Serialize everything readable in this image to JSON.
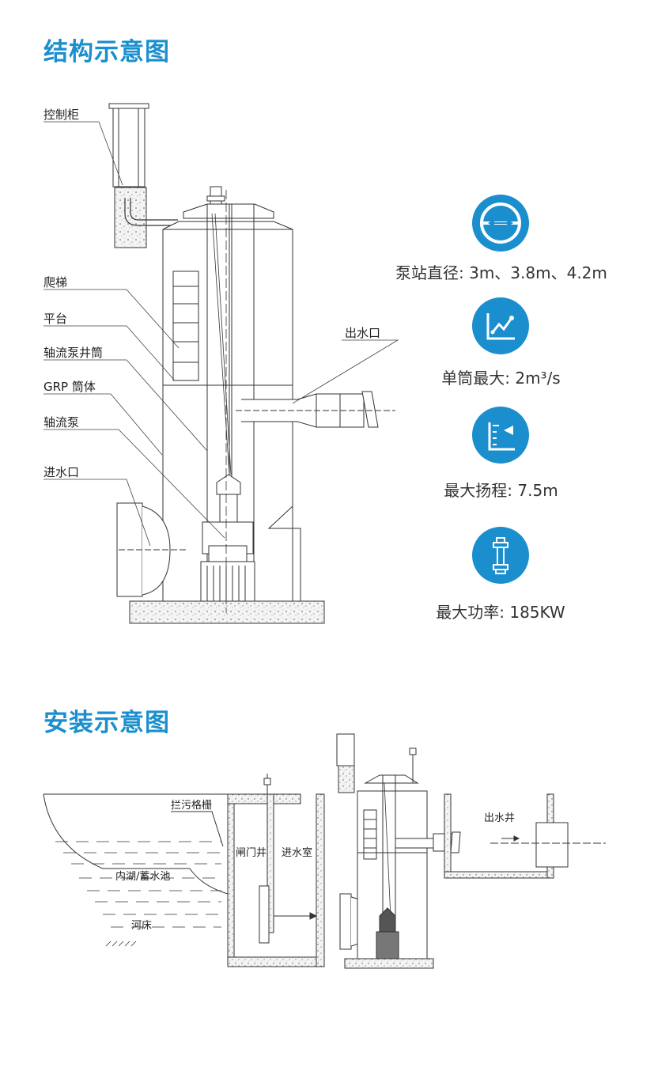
{
  "sections": {
    "structure_title": "结构示意图",
    "install_title": "安装示意图"
  },
  "structure_labels": {
    "control_cabinet": "控制柜",
    "ladder": "爬梯",
    "platform": "平台",
    "pump_well_tube": "轴流泵井筒",
    "grp_body": "GRP 筒体",
    "axial_pump": "轴流泵",
    "water_inlet": "进水口",
    "water_outlet": "出水口"
  },
  "specs": [
    {
      "icon": "diameter-icon",
      "text": "泵站直径: 3m、3.8m、4.2m"
    },
    {
      "icon": "flow-chart-icon",
      "text": "单筒最大: 2m³/s"
    },
    {
      "icon": "head-level-icon",
      "text": "最大扬程: 7.5m"
    },
    {
      "icon": "pump-power-icon",
      "text": "最大功率: 185KW"
    }
  ],
  "install_labels": {
    "trash_rack": "拦污格栅",
    "lake": "内湖/蓄水池",
    "riverbed": "河床",
    "gate_well": "闸门井",
    "inlet_chamber": "进水室",
    "outlet_well": "出水井"
  },
  "colors": {
    "accent": "#1b8fce",
    "line": "#333333"
  }
}
